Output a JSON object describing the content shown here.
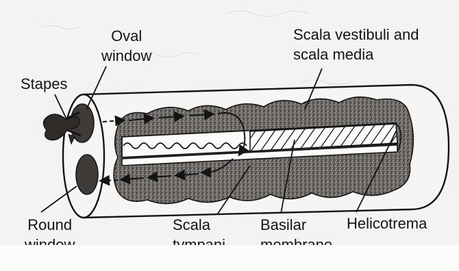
{
  "labels": {
    "oval_window": {
      "line1": "Oval",
      "line2": "window"
    },
    "stapes": "Stapes",
    "scala_vestibuli": {
      "line1": "Scala vestibuli and",
      "line2": "scala media"
    },
    "round_window": {
      "line1": "Round",
      "line2": "window"
    },
    "scala_tympani": {
      "line1": "Scala",
      "line2": "tympani"
    },
    "basilar_membrane": {
      "line1": "Basilar",
      "line2": "membrane"
    },
    "helicotrema": "Helicotrema"
  },
  "colors": {
    "ink": "#141414",
    "paper": "#f4f3f1",
    "fluid_fill": "#6e6b68"
  }
}
